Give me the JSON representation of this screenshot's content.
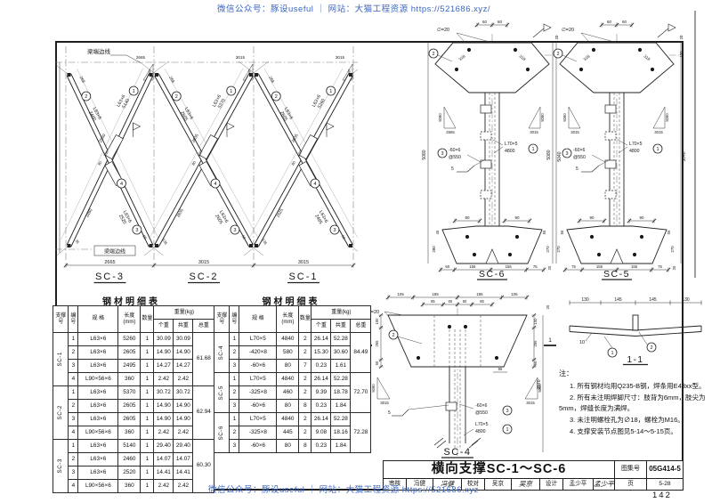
{
  "watermark": {
    "top": "微信公众号：豚设useful ｜ 网站：大猫工程资源 https://521686.xyz/",
    "bottom": "微信公众号：豚设useful ｜ 网站：大猫工程资源 https://521686.xyz"
  },
  "page_number": "142",
  "xpanel": {
    "beam_edge_top": "梁端边线",
    "beam_edge_bottom": "梁端边线",
    "v_dim": "5080",
    "slopes": [
      {
        "v": "5080",
        "h": "2665"
      },
      {
        "v": "5080",
        "h": "3015"
      },
      {
        "v": "5080",
        "h": "3015"
      }
    ],
    "bottom_dims": [
      "2665",
      "3015",
      "3015"
    ],
    "braces": [
      {
        "label": "SC-3",
        "c1": "1",
        "m1": "L63×6",
        "m1_len": "5140",
        "c2": "2",
        "m2": "L63×6",
        "m2_len": "2460",
        "c3": "3",
        "m3": "L63×6",
        "m3_len": "2520",
        "c4": "4",
        "d_top": "268",
        "d_mid": "2550",
        "d_mid2": "2490",
        "d_small": [
          "100",
          "80",
          "50",
          "35"
        ]
      },
      {
        "label": "SC-2",
        "c1": "1",
        "m1": "L63×6",
        "m1_len": "5370",
        "c2": "2",
        "m2": "L63×6",
        "m2_len": "2605",
        "c3": "3",
        "m3": "L63×6",
        "m3_len": "2605",
        "c4": "4",
        "d_top": "268",
        "d_mid": "2635",
        "d_mid2": "2635",
        "d_small": [
          "100",
          "80",
          "50",
          "135"
        ]
      },
      {
        "label": "SC-1",
        "c1": "1",
        "m1": "L63×6",
        "m1_len": "5260",
        "c2": "2",
        "m2": "L63×6",
        "m2_len": "2605",
        "c3": "3",
        "m3": "L63×6",
        "m3_len": "2495",
        "c4": "4",
        "d_top": "268",
        "d_mid": "2635",
        "d_mid2": "2525",
        "d_small": [
          "100",
          "80",
          "50",
          "135"
        ]
      }
    ]
  },
  "tables": {
    "headers": {
      "support": "支撑号",
      "no": "编号",
      "spec": "规 格",
      "len": "长度",
      "len_unit": "(mm)",
      "qty": "数量",
      "weight": "重量(kg)",
      "unit": "个重",
      "subtotal": "共重",
      "total": "总重"
    },
    "left": {
      "title": "钢材明细表",
      "groups": [
        {
          "name": "SC-1",
          "total": "61.68",
          "rows": [
            [
              "1",
              "L63×6",
              "5260",
              "1",
              "30.09",
              "30.09"
            ],
            [
              "2",
              "L63×6",
              "2605",
              "1",
              "14.90",
              "14.90"
            ],
            [
              "3",
              "L63×6",
              "2495",
              "1",
              "14.27",
              "14.27"
            ],
            [
              "4",
              "L90×56×6",
              "360",
              "1",
              "2.42",
              "2.42"
            ]
          ]
        },
        {
          "name": "SC-2",
          "total": "62.94",
          "rows": [
            [
              "1",
              "L63×6",
              "5370",
              "1",
              "30.72",
              "30.72"
            ],
            [
              "2",
              "L63×6",
              "2605",
              "1",
              "14.90",
              "14.90"
            ],
            [
              "3",
              "L63×6",
              "2605",
              "1",
              "14.90",
              "14.90"
            ],
            [
              "4",
              "L90×56×6",
              "360",
              "1",
              "2.42",
              "2.42"
            ]
          ]
        },
        {
          "name": "SC-3",
          "total": "60.30",
          "rows": [
            [
              "1",
              "L63×6",
              "5140",
              "1",
              "29.40",
              "29.40"
            ],
            [
              "2",
              "L63×6",
              "2460",
              "1",
              "14.07",
              "14.07"
            ],
            [
              "3",
              "L63×6",
              "2520",
              "1",
              "14.41",
              "14.41"
            ],
            [
              "4",
              "L90×56×6",
              "360",
              "1",
              "2.42",
              "2.42"
            ]
          ]
        }
      ]
    },
    "right": {
      "title": "钢材明细表",
      "groups": [
        {
          "name": "SC-4",
          "total": "84.49",
          "rows": [
            [
              "1",
              "L70×5",
              "4840",
              "2",
              "26.14",
              "52.28"
            ],
            [
              "2",
              "-420×8",
              "580",
              "2",
              "15.30",
              "30.60"
            ],
            [
              "3",
              "-60×6",
              "80",
              "7",
              "0.23",
              "1.61"
            ]
          ]
        },
        {
          "name": "SC-5",
          "total": "72.70",
          "rows": [
            [
              "1",
              "L70×5",
              "4840",
              "2",
              "26.14",
              "52.28"
            ],
            [
              "2",
              "-325×8",
              "460",
              "2",
              "9.39",
              "18.78"
            ],
            [
              "3",
              "-60×6",
              "80",
              "8",
              "0.23",
              "1.84"
            ]
          ]
        },
        {
          "name": "SC-6",
          "total": "72.28",
          "rows": [
            [
              "1",
              "L70×5",
              "4840",
              "2",
              "26.14",
              "52.28"
            ],
            [
              "2",
              "-325×8",
              "445",
              "2",
              "9.08",
              "18.16"
            ],
            [
              "3",
              "-60×6",
              "80",
              "8",
              "0.23",
              "1.84"
            ]
          ]
        }
      ]
    }
  },
  "sc6": {
    "label": "SC-6",
    "bolt_dia": "∅=20",
    "top_dims": [
      "60",
      "60"
    ],
    "diag_dim": "318",
    "right_top_dims": [
      "20",
      "100"
    ],
    "callout_plate": "2",
    "callout_stiff": "3",
    "stiff_spec": "-60×6",
    "stiff_spacing": "@550",
    "weld": "5",
    "member_spec": "L70×5",
    "member_len": "4800",
    "callout_member": "1",
    "left_dim": "5080",
    "right_dim": "5040",
    "slope_left": {
      "v": "5080",
      "h": "2665"
    },
    "slope_right": {
      "v": "5080",
      "h": "3015"
    },
    "flange_dims": [
      "80",
      "90"
    ],
    "side_dims_top": [
      "45",
      "55"
    ],
    "side_dims": [
      "280",
      "270"
    ],
    "bottom_dims": [
      "60",
      "155",
      "155",
      "75"
    ],
    "corner_dim": "20"
  },
  "sc5": {
    "label": "SC-5",
    "bolt_dia": "∅=20",
    "top_dims": [
      "60",
      "60"
    ],
    "diag_dim": "318",
    "right_top_dims": [
      "20",
      "100"
    ],
    "callout_plate": "2",
    "callout_stiff": "3",
    "stiff_spec": "-60×6",
    "stiff_spacing": "@550",
    "weld": "5",
    "member_spec": "L70×5",
    "member_len": "4800",
    "callout_member": "1",
    "left_dim": "5080",
    "right_dim": "5040",
    "slope_left": {
      "v": "5080",
      "h": "3015"
    },
    "slope_right": {
      "v": "5080",
      "h": "3015"
    },
    "flange_dims": [
      "90",
      "90"
    ],
    "side_dims_top": [
      "55",
      "55"
    ],
    "side_dims": [
      "270",
      "270"
    ],
    "bottom_dims": [
      "75",
      "155",
      "155",
      "75"
    ],
    "corner_dim": "20"
  },
  "sc4": {
    "label": "SC-4",
    "bolt_dia": "∅=20",
    "top_dims": [
      "105",
      "185",
      "185",
      "105"
    ],
    "top_dims2": [
      "85",
      "60",
      "60",
      "85"
    ],
    "side_dims_left": [
      "100",
      "265",
      "55"
    ],
    "side_dims_right": [
      "100",
      "265",
      "55"
    ],
    "dim_95": "95",
    "overall": "2570",
    "corner_dim": "20",
    "callout_plate": "2",
    "callout_stiff": "3",
    "stiff_spec": "-60×6",
    "stiff_spacing": "@550",
    "weld": "5",
    "member_spec": "L70×5",
    "member_len": "4800",
    "callout_member": "1",
    "slope_left": {
      "v": "5080",
      "h": "3015"
    },
    "slope_right": {
      "v": "5080",
      "h": "3015"
    },
    "section_mark": "1"
  },
  "section": {
    "label": "1-1",
    "dims": [
      "130",
      "145",
      "145",
      "130"
    ],
    "thickness": "10",
    "callouts": [
      "1",
      "2"
    ]
  },
  "notes": {
    "title": "注：",
    "items": [
      "1. 所有钢材均用Q235-B钢，焊条用E43xx型。",
      "2. 所有未注明焊脚尺寸：肢背为6mm，肢尖为5mm，焊缝长度为满焊。",
      "3. 未注明螺栓孔为∅18，螺栓为M16。",
      "4. 支撑安装节点图见5-14～5-15页。"
    ]
  },
  "title_block": {
    "title": "横向支撑SC-1～SC-6",
    "atlas_label": "图集号",
    "atlas_no": "05G414-5",
    "page_label": "页",
    "page_no": "5-28",
    "reviewer_label": "审核",
    "reviewer": "冯健",
    "reviewer_sig": "冯健",
    "checker_label": "校对",
    "checker": "吴京",
    "checker_sig": "吴京",
    "designer_label": "设计",
    "designer": "孟少平",
    "designer_sig": "孟少平"
  }
}
